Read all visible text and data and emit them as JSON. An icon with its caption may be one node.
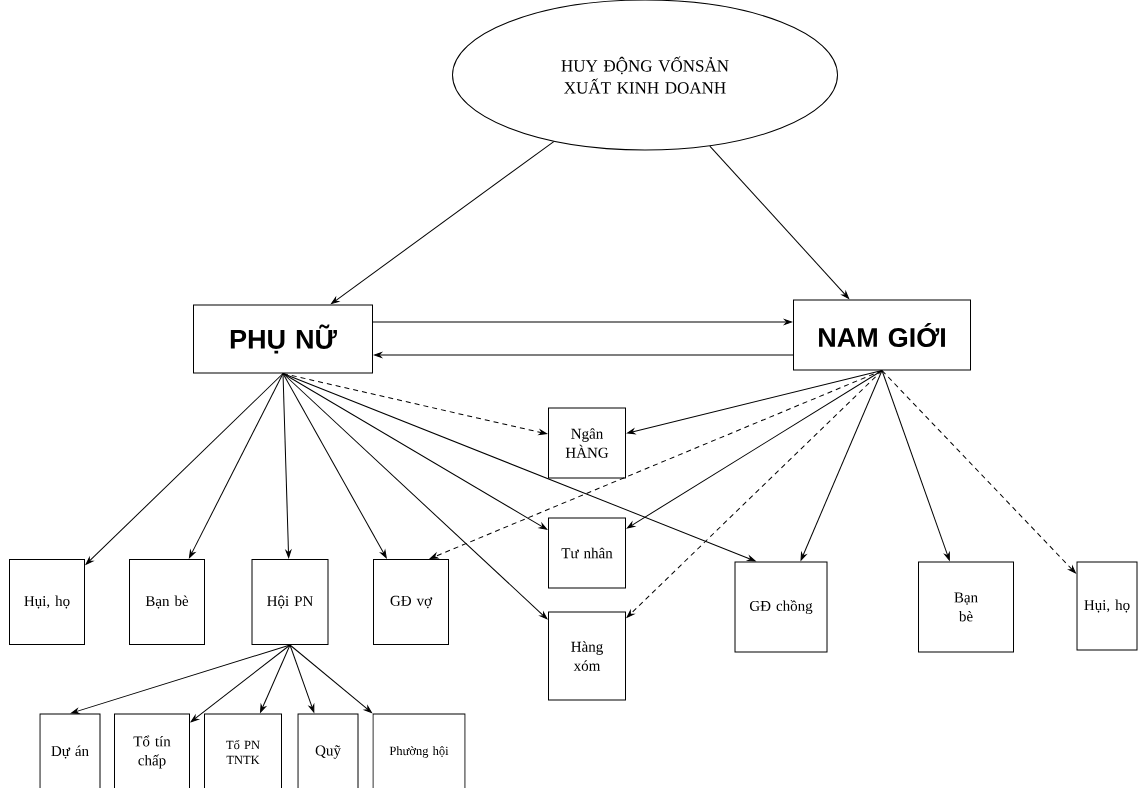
{
  "diagram": {
    "nodes": [
      {
        "text": [
          "HUY ĐỘNG VỐNSẢN XUẤT KINH DOANH"
        ]
      },
      {
        "text": [
          "PHỤ NỮ"
        ]
      },
      {
        "text": [
          "NAM GIỚI"
        ]
      },
      {
        "text": [
          "Hụi, họ"
        ]
      },
      {
        "text": [
          "Bạn bè"
        ]
      },
      {
        "text": [
          "Hội PN"
        ]
      },
      {
        "text": [
          "GĐ vợ"
        ]
      },
      {
        "text": [
          "Ngân HÀNG"
        ]
      },
      {
        "text": [
          "Tư nhân"
        ]
      },
      {
        "text": [
          "Hàng xóm"
        ]
      },
      {
        "text": [
          "GĐ chồng"
        ]
      },
      {
        "text": [
          "Bạn bè"
        ]
      },
      {
        "text": [
          "Hụi, họ"
        ]
      },
      {
        "text": [
          "Dự án"
        ]
      },
      {
        "text": [
          "Tổ tín chấp"
        ]
      },
      {
        "text": [
          "Tổ PN TNTK"
        ]
      },
      {
        "text": [
          "Quỹ"
        ]
      },
      {
        "text": [
          "Phường hội"
        ]
      }
    ],
    "edges": [
      {
        "from": 0,
        "to": 1,
        "arrow": "to"
      },
      {
        "from": 0,
        "to": 2,
        "arrow": "to"
      },
      {
        "from": 1,
        "to": 2,
        "arrow": "to"
      },
      {
        "from": 2,
        "to": 1,
        "arrow": "to"
      },
      {
        "from": 1,
        "to": 3,
        "arrow": "to"
      },
      {
        "from": 1,
        "to": 4,
        "arrow": "to"
      },
      {
        "from": 1,
        "to": 5,
        "arrow": "to"
      },
      {
        "from": 1,
        "to": 6,
        "arrow": "to"
      },
      {
        "from": 1,
        "to": 7,
        "arrow": "to",
        "style": "dashed"
      },
      {
        "from": 1,
        "to": 8,
        "arrow": "to"
      },
      {
        "from": 1,
        "to": 9,
        "arrow": "to"
      },
      {
        "from": 1,
        "to": 10,
        "arrow": "to"
      },
      {
        "from": 2,
        "to": 7,
        "arrow": "to"
      },
      {
        "from": 2,
        "to": 6,
        "arrow": "to",
        "style": "dashed"
      },
      {
        "from": 2,
        "to": 8,
        "arrow": "to"
      },
      {
        "from": 2,
        "to": 9,
        "arrow": "to",
        "style": "dashed"
      },
      {
        "from": 2,
        "to": 10,
        "arrow": "to"
      },
      {
        "from": 2,
        "to": 11,
        "arrow": "to"
      },
      {
        "from": 2,
        "to": 12,
        "arrow": "to",
        "style": "dashed"
      },
      {
        "from": 5,
        "to": 13,
        "arrow": "to"
      },
      {
        "from": 5,
        "to": 14,
        "arrow": "to"
      },
      {
        "from": 5,
        "to": 15,
        "arrow": "to"
      },
      {
        "from": 5,
        "to": 16,
        "arrow": "to"
      },
      {
        "from": 5,
        "to": 17,
        "arrow": "to"
      }
    ]
  }
}
